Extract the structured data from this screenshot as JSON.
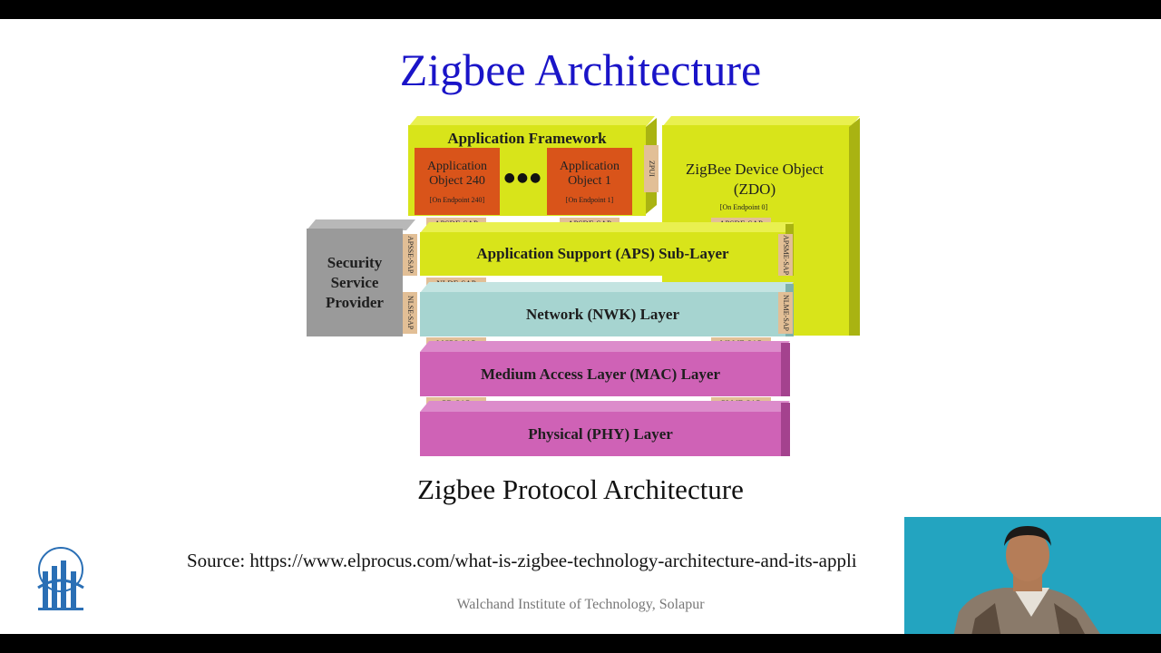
{
  "slide": {
    "title": "Zigbee Architecture",
    "caption": "Zigbee Protocol Architecture",
    "source": "Source: https://www.elprocus.com/what-is-zigbee-technology-architecture-and-its-appli",
    "footer": "Walchand Institute of Technology, Solapur"
  },
  "diagram": {
    "app_framework": "Application Framework",
    "app_object_240": "Application Object 240",
    "app_object_240_endpoint": "[On Endpoint 240]",
    "app_object_1": "Application Object 1",
    "app_object_1_endpoint": "[On Endpoint 1]",
    "ellipsis": "●●●",
    "zdo": "ZigBee Device Object (ZDO)",
    "zdo_endpoint": "[On Endpoint 0]",
    "zdo_sap": "ZPUI",
    "security": "Security Service Provider",
    "aps": "Application Support (APS) Sub-Layer",
    "nwk": "Network (NWK) Layer",
    "mac": "Medium Access Layer (MAC) Layer",
    "phy": "Physical (PHY) Layer",
    "sap": {
      "apsde_1": "APSDE-SAP",
      "apsde_2": "APSDE-SAP",
      "apsde_3": "APSDE-SAP",
      "apsse": "APSSE-SAP",
      "apsme": "APSME-SAP",
      "nlde": "NLDE-SAP",
      "nlse": "NLSE-SAP",
      "nlme": "NLME-SAP",
      "mcps": "MCPS-SAP",
      "mlme": "MLME-SAP",
      "pd": "PD-SAP",
      "plme": "PLME-SAP"
    }
  },
  "colors": {
    "title": "#1a14c8",
    "yellow": "#d8e41a",
    "orange": "#d9541a",
    "gray": "#9a9a9a",
    "teal": "#a6d4d0",
    "magenta": "#cf62b6",
    "sap": "#e2bf96",
    "webcam_bg": "#23a4c0"
  }
}
